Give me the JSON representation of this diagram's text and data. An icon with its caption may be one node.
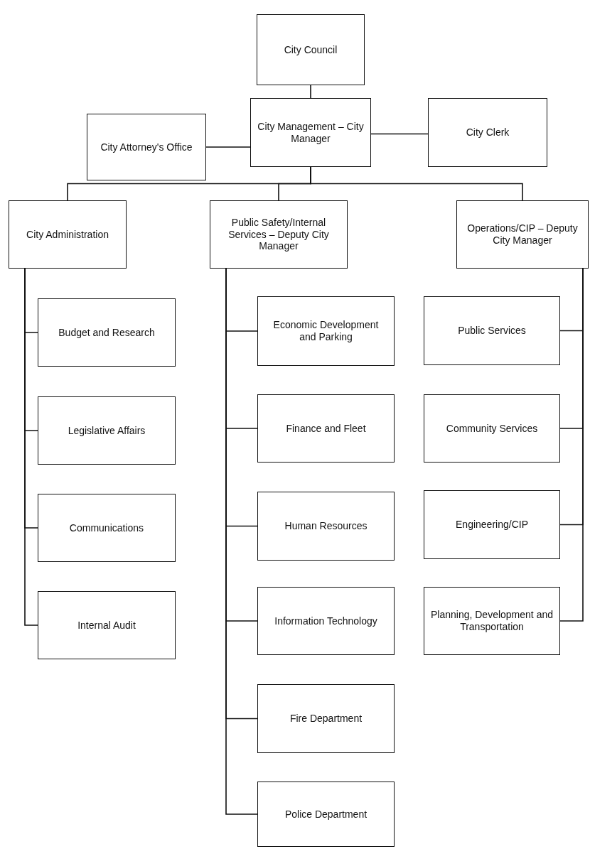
{
  "diagram": {
    "nodes": [
      {
        "text": [
          "City Council"
        ]
      },
      {
        "text": [
          "City Attorney's Office"
        ]
      },
      {
        "text": [
          "City Management – City Manager"
        ]
      },
      {
        "text": [
          "City Clerk"
        ]
      },
      {
        "text": [
          "City Administration"
        ]
      },
      {
        "text": [
          "Public Safety/Internal Services – Deputy City Manager"
        ]
      },
      {
        "text": [
          "Operations/CIP – Deputy City Manager"
        ]
      },
      {
        "text": [
          "Budget and Research"
        ]
      },
      {
        "text": [
          "Legislative Affairs"
        ]
      },
      {
        "text": [
          "Communications"
        ]
      },
      {
        "text": [
          "Internal Audit"
        ]
      },
      {
        "text": [
          "Economic Development and Parking"
        ]
      },
      {
        "text": [
          "Finance and Fleet"
        ]
      },
      {
        "text": [
          "Human Resources"
        ]
      },
      {
        "text": [
          "Information Technology"
        ]
      },
      {
        "text": [
          "Fire Department"
        ]
      },
      {
        "text": [
          "Police Department"
        ]
      },
      {
        "text": [
          "Public Services"
        ]
      },
      {
        "text": [
          "Community Services"
        ]
      },
      {
        "text": [
          "Engineering/CIP"
        ]
      },
      {
        "text": [
          "Planning, Development and Transportation"
        ]
      }
    ],
    "edges": [
      {
        "from": 0,
        "to": 2,
        "arrow": "none"
      },
      {
        "from": 2,
        "to": 1,
        "arrow": "none"
      },
      {
        "from": 2,
        "to": 3,
        "arrow": "none"
      },
      {
        "from": 2,
        "to": 4,
        "arrow": "none"
      },
      {
        "from": 2,
        "to": 5,
        "arrow": "none"
      },
      {
        "from": 2,
        "to": 6,
        "arrow": "none"
      },
      {
        "from": 4,
        "to": 7,
        "arrow": "none"
      },
      {
        "from": 4,
        "to": 8,
        "arrow": "none"
      },
      {
        "from": 4,
        "to": 9,
        "arrow": "none"
      },
      {
        "from": 4,
        "to": 10,
        "arrow": "none"
      },
      {
        "from": 5,
        "to": 11,
        "arrow": "none"
      },
      {
        "from": 5,
        "to": 12,
        "arrow": "none"
      },
      {
        "from": 5,
        "to": 13,
        "arrow": "none"
      },
      {
        "from": 5,
        "to": 14,
        "arrow": "none"
      },
      {
        "from": 5,
        "to": 15,
        "arrow": "none"
      },
      {
        "from": 5,
        "to": 16,
        "arrow": "none"
      },
      {
        "from": 6,
        "to": 17,
        "arrow": "none"
      },
      {
        "from": 6,
        "to": 18,
        "arrow": "none"
      },
      {
        "from": 6,
        "to": 19,
        "arrow": "none"
      },
      {
        "from": 6,
        "to": 20,
        "arrow": "none"
      }
    ]
  }
}
